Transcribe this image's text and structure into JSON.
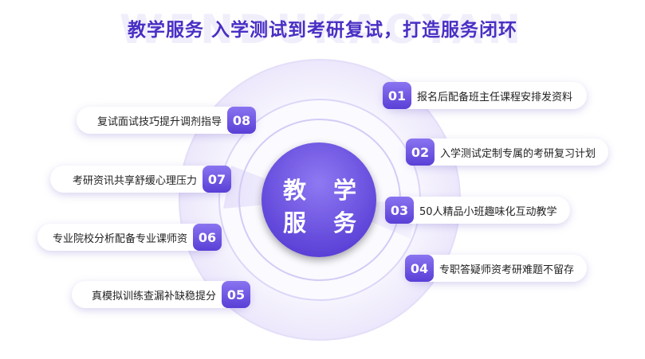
{
  "header": {
    "watermark": "WENDUKAOYAN",
    "title": "教学服务 入学测试到考研复试，打造服务闭环"
  },
  "center": {
    "line1": "教 学",
    "line2": "服 务"
  },
  "colors": {
    "accent": "#4a2fc4",
    "badge_top": "#8a74f0",
    "badge_bottom": "#5a3fd6"
  },
  "items": [
    {
      "num": "01",
      "text": "报名后配备班主任课程安排发资料"
    },
    {
      "num": "02",
      "text": "入学测试定制专属的考研复习计划"
    },
    {
      "num": "03",
      "text": "50人精品小班趣味化互动教学"
    },
    {
      "num": "04",
      "text": "专职答疑师资考研难题不留存"
    },
    {
      "num": "05",
      "text": "真模拟训练查漏补缺稳提分"
    },
    {
      "num": "06",
      "text": "专业院校分析配备专业课师资"
    },
    {
      "num": "07",
      "text": "考研资讯共享舒缓心理压力"
    },
    {
      "num": "08",
      "text": "复试面试技巧提升调剂指导"
    }
  ]
}
